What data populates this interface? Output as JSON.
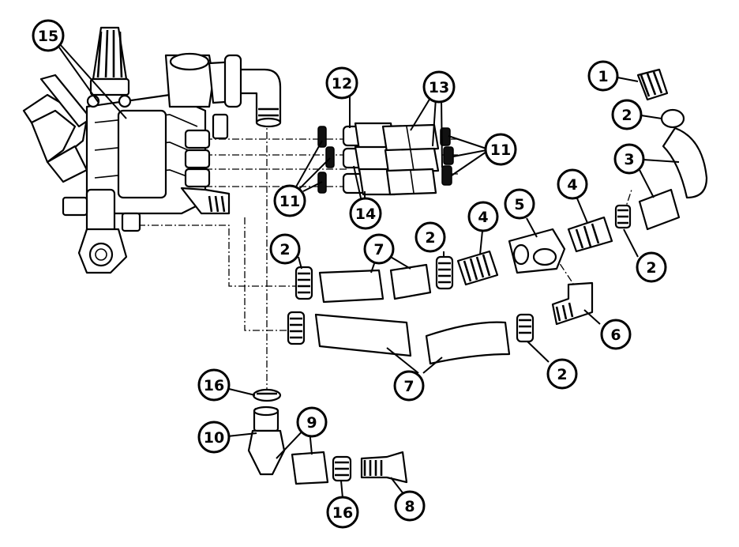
{
  "diagram": {
    "labels": [
      {
        "id": "1",
        "text": "1"
      },
      {
        "id": "2a",
        "text": "2"
      },
      {
        "id": "3",
        "text": "3"
      },
      {
        "id": "4a",
        "text": "4"
      },
      {
        "id": "4b",
        "text": "4"
      },
      {
        "id": "5",
        "text": "5"
      },
      {
        "id": "2b",
        "text": "2"
      },
      {
        "id": "2c",
        "text": "2"
      },
      {
        "id": "2d",
        "text": "2"
      },
      {
        "id": "7a",
        "text": "7"
      },
      {
        "id": "6",
        "text": "6"
      },
      {
        "id": "2e",
        "text": "2"
      },
      {
        "id": "7b",
        "text": "7"
      },
      {
        "id": "12",
        "text": "12"
      },
      {
        "id": "13",
        "text": "13"
      },
      {
        "id": "11a",
        "text": "11"
      },
      {
        "id": "11b",
        "text": "11"
      },
      {
        "id": "14",
        "text": "14"
      },
      {
        "id": "15",
        "text": "15"
      },
      {
        "id": "16a",
        "text": "16"
      },
      {
        "id": "10",
        "text": "10"
      },
      {
        "id": "9",
        "text": "9"
      },
      {
        "id": "16b",
        "text": "16"
      },
      {
        "id": "8",
        "text": "8"
      }
    ]
  }
}
